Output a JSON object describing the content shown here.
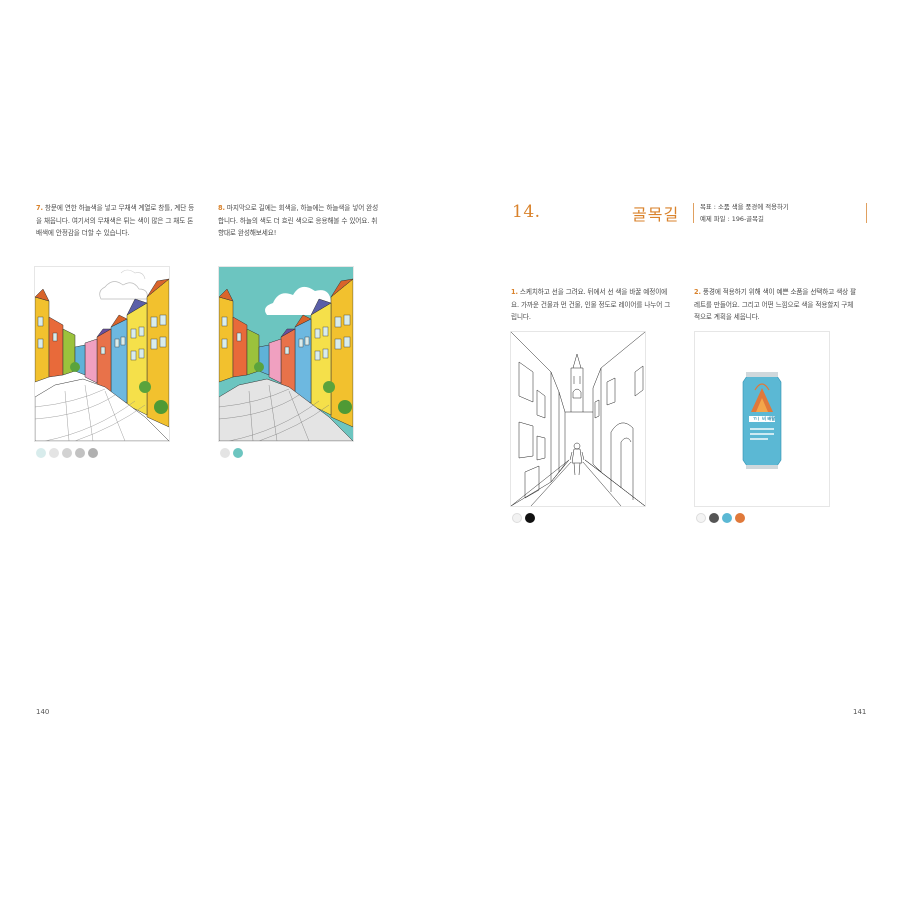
{
  "left_page": {
    "page_number": "140",
    "step7": {
      "number": "7.",
      "lines": [
        "창문에 연한 하늘색을 넣고 무채색 계열로 창틀, 계단 등",
        "을 채웁니다. 여기서의 무채색은 튀는 색이 많은 그 채도 톤",
        "배색에 안정감을 더할 수 있습니다."
      ],
      "swatches": [
        "#d8ecec",
        "#e4e4e4",
        "#d2d2d2",
        "#c2c2c2",
        "#b0b0b0"
      ]
    },
    "step8": {
      "number": "8.",
      "lines": [
        "마지막으로 길에는 회색을, 하늘에는 하늘색을 넣어 완성",
        "합니다. 하늘의 색도 더 흐린 색으로 응용해볼 수 있어요. 취",
        "향대로 완성해보세요!"
      ],
      "swatches": [
        "#e4e4e4",
        "#6cc5c0"
      ]
    }
  },
  "right_page": {
    "page_number": "141",
    "chapter_number": "14.",
    "chapter_title": "골목길",
    "goal_line": "목표 : 소품 색을 풍경에 적용하기",
    "file_line": "예제 파일 : 196-골목길",
    "step1": {
      "number": "1.",
      "lines": [
        "스케치하고 선을 그려요. 뒤에서 선 색을 바꿀 예정이에",
        "요. 가까운 건물과 먼 건물, 인물 정도로 레이어를 나누어 그",
        "립니다."
      ],
      "swatches": [
        "#f2f2f2",
        "#111111"
      ]
    },
    "step2": {
      "number": "2.",
      "lines": [
        "풍경에 적용하기 위해 색이 예쁜 소품을 선택하고 색상 팔",
        "레트를 만들어요. 그리고 어떤 느낌으로 색을 적용할지 구체",
        "적으로 계획을 세웁니다."
      ],
      "can_label": "ㄲㅣ 비 배랄",
      "swatches": [
        "#f4f4f4",
        "#555555",
        "#5bb8d4",
        "#e0793a"
      ]
    }
  },
  "colors": {
    "accent": "#d9822b",
    "sky": "#6cc5c0"
  }
}
